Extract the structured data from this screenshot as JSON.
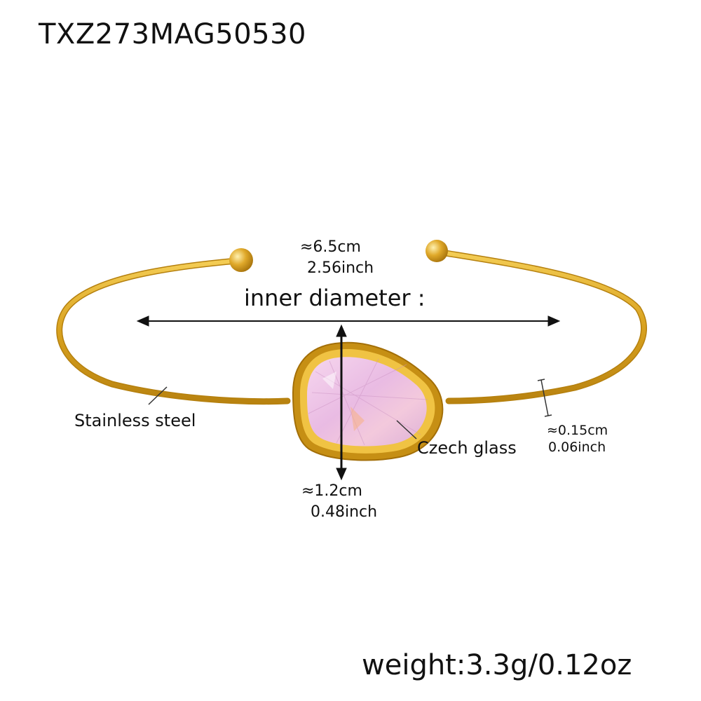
{
  "product": {
    "sku": "TXZ273MAG50530",
    "weight": "weight:3.3g/0.12oz"
  },
  "dimensions": {
    "inner_diameter_cm": "≈6.5cm",
    "inner_diameter_inch": "2.56inch",
    "inner_diameter_label": "inner diameter :",
    "wire_thickness_cm": "≈0.15cm",
    "wire_thickness_inch": "0.06inch",
    "stone_size_cm": "≈1.2cm",
    "stone_size_inch": "0.48inch"
  },
  "materials": {
    "band": "Stainless steel",
    "stone": "Czech glass"
  },
  "colors": {
    "gold": "#D9A21F",
    "gold_light": "#F2C84B",
    "stone_pink": "#EFC6E6"
  }
}
